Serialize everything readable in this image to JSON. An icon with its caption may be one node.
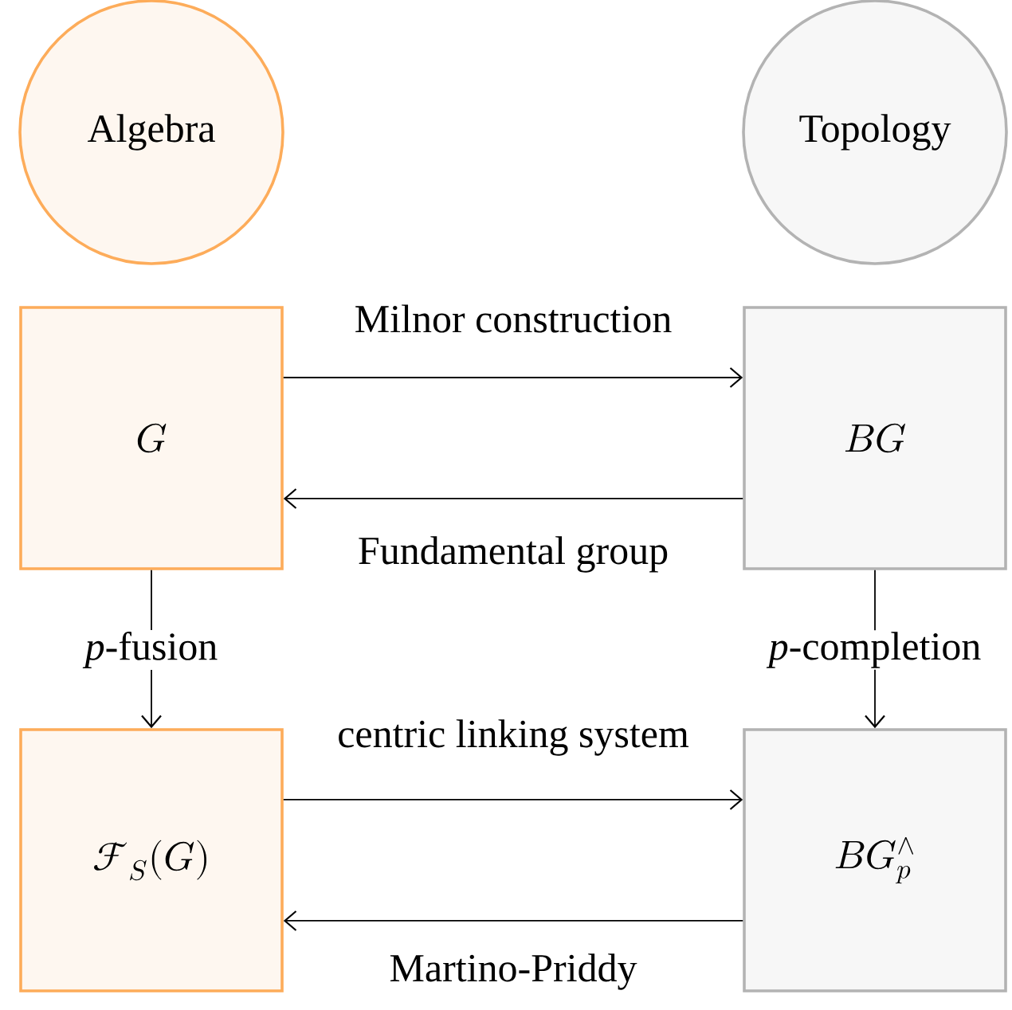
{
  "diagram": {
    "nodes": [
      {
        "text": [
          "Algebra"
        ]
      },
      {
        "text": [
          "Topology"
        ]
      },
      {
        "text": [
          "G"
        ]
      },
      {
        "text": [
          "BG"
        ]
      },
      {
        "text": [
          "\\mathcal{F}_S(G)"
        ]
      },
      {
        "text": [
          "BG^{\\wedge}_p"
        ]
      }
    ],
    "edges": [
      {
        "from": 2,
        "to": 3,
        "arrow": "to",
        "label": "Milnor construction"
      },
      {
        "from": 3,
        "to": 2,
        "arrow": "to",
        "label": "Fundamental group"
      },
      {
        "from": 2,
        "to": 4,
        "arrow": "to",
        "label": "*p*-fusion"
      },
      {
        "from": 3,
        "to": 5,
        "arrow": "to",
        "label": "*p*-completion"
      },
      {
        "from": 4,
        "to": 5,
        "arrow": "to",
        "label": "centric linking system"
      },
      {
        "from": 5,
        "to": 4,
        "arrow": "to",
        "label": "Martino-Priddy"
      }
    ]
  }
}
